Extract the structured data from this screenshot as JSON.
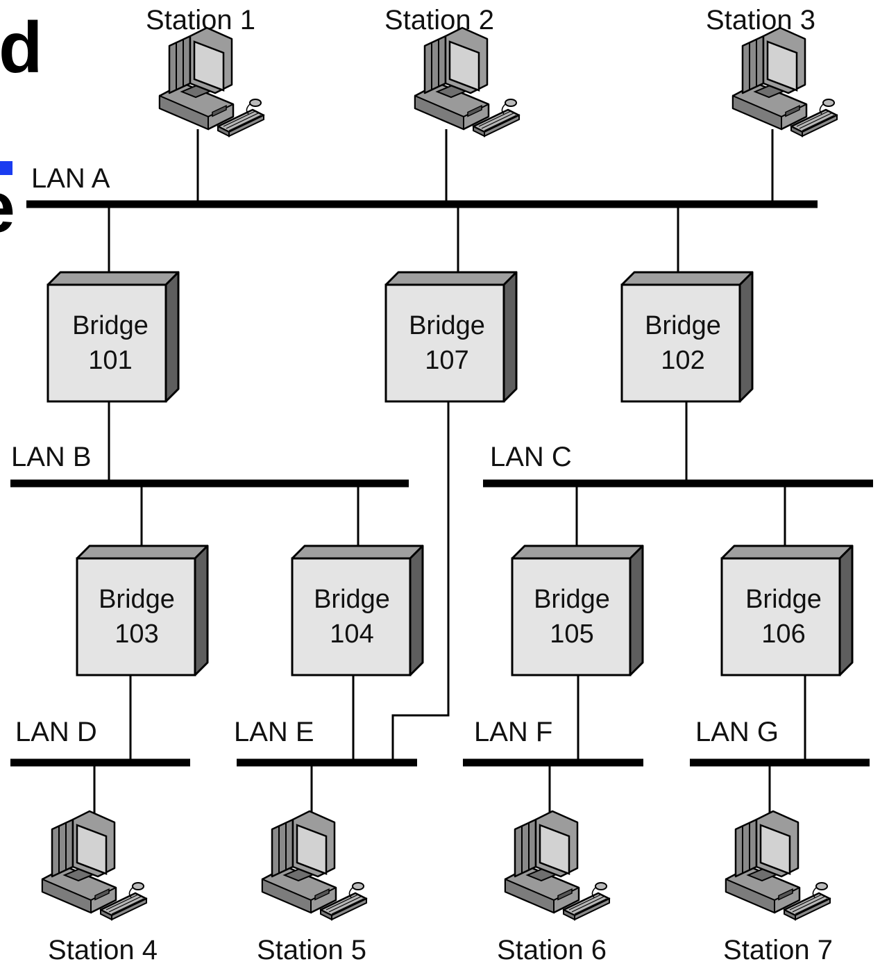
{
  "title_fragments": [
    "d",
    "e"
  ],
  "accent_color": "#1a3cf0",
  "stations": {
    "s1": "Station 1",
    "s2": "Station 2",
    "s3": "Station 3",
    "s4": "Station 4",
    "s5": "Station 5",
    "s6": "Station 6",
    "s7": "Station 7"
  },
  "lans": {
    "a": "LAN A",
    "b": "LAN B",
    "c": "LAN C",
    "d": "LAN D",
    "e": "LAN E",
    "f": "LAN F",
    "g": "LAN G"
  },
  "bridges": {
    "b101": {
      "word": "Bridge",
      "id": "101"
    },
    "b102": {
      "word": "Bridge",
      "id": "102"
    },
    "b103": {
      "word": "Bridge",
      "id": "103"
    },
    "b104": {
      "word": "Bridge",
      "id": "104"
    },
    "b105": {
      "word": "Bridge",
      "id": "105"
    },
    "b106": {
      "word": "Bridge",
      "id": "106"
    },
    "b107": {
      "word": "Bridge",
      "id": "107"
    }
  },
  "icons": {
    "computer": "desktop-computer-icon"
  }
}
